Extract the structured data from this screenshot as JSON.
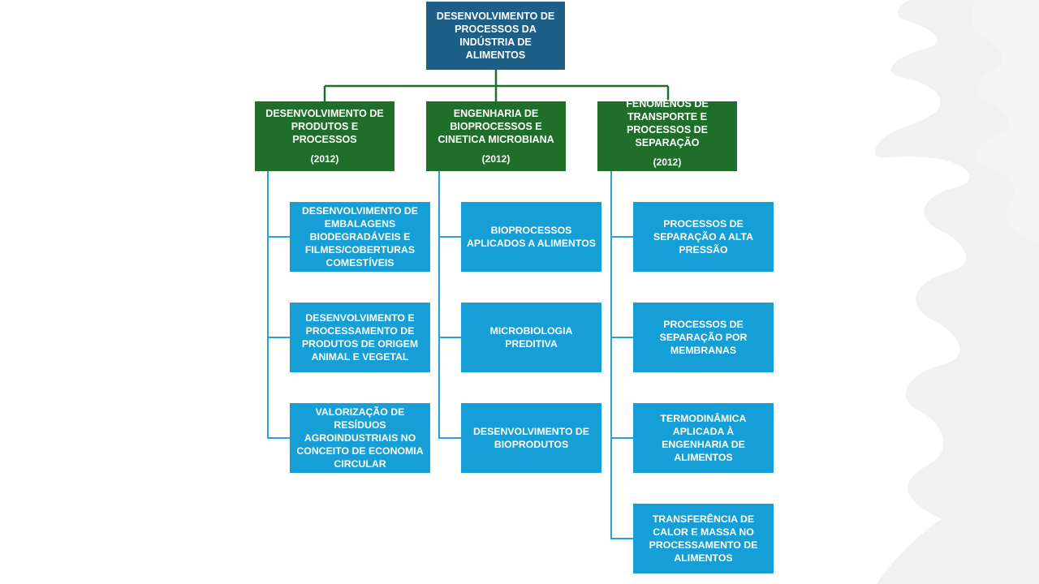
{
  "root": {
    "title": "DESENVOLVIMENTO DE PROCESSOS DA INDÚSTRIA DE ALIMENTOS"
  },
  "colors": {
    "root": "#1d5f86",
    "head": "#1f6f2b",
    "leaf": "#159fd6",
    "trunk_line": "#1f6f2b",
    "branch_line": "#2aa0d3"
  },
  "columns": [
    {
      "title": "DESENVOLVIMENTO DE PRODUTOS E PROCESSOS",
      "year": "(2012)",
      "items": [
        "DESENVOLVIMENTO DE EMBALAGENS BIODEGRADÁVEIS E FILMES/COBERTURAS COMESTÍVEIS",
        "DESENVOLVIMENTO E PROCESSAMENTO DE PRODUTOS DE ORIGEM ANIMAL E VEGETAL",
        "VALORIZAÇÃO DE RESÍDUOS AGROINDUSTRIAIS NO CONCEITO DE ECONOMIA CIRCULAR"
      ]
    },
    {
      "title": "ENGENHARIA DE BIOPROCESSOS E CINETICA MICROBIANA",
      "year": "(2012)",
      "items": [
        "BIOPROCESSOS APLICADOS A ALIMENTOS",
        "MICROBIOLOGIA PREDITIVA",
        "DESENVOLVIMENTO DE BIOPRODUTOS"
      ]
    },
    {
      "title": "FENÔMENOS DE TRANSPORTE E PROCESSOS DE SEPARAÇÃO",
      "year": "(2012)",
      "items": [
        "PROCESSOS DE SEPARAÇÃO A ALTA PRESSÃO",
        "PROCESSOS DE SEPARAÇÃO POR MEMBRANAS",
        "TERMODINÂMICA APLICADA À ENGENHARIA DE ALIMENTOS",
        "TRANSFERÊNCIA DE CALOR E MASSA NO PROCESSAMENTO DE ALIMENTOS"
      ]
    }
  ]
}
